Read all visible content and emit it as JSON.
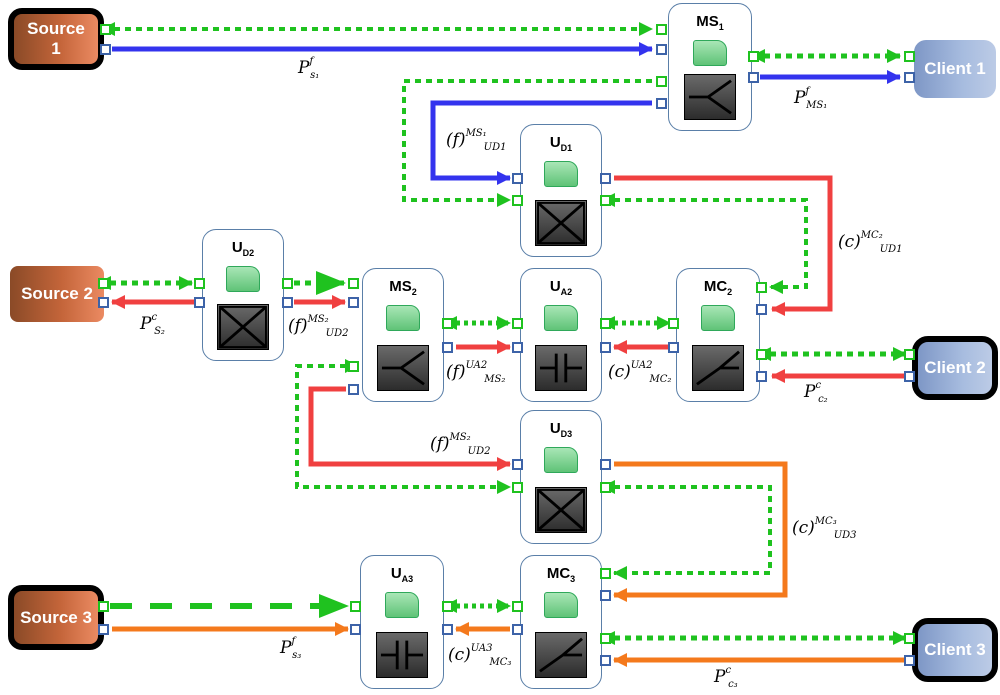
{
  "sources": [
    {
      "id": "source-1",
      "label": "Source\n1"
    },
    {
      "id": "source-2",
      "label": "Source 2"
    },
    {
      "id": "source-3",
      "label": "Source 3"
    }
  ],
  "clients": [
    {
      "id": "client-1",
      "label": "Client 1"
    },
    {
      "id": "client-2",
      "label": "Client 2"
    },
    {
      "id": "client-3",
      "label": "Client 3"
    }
  ],
  "modules": [
    {
      "id": "ms1",
      "name": "MS",
      "sub": "1",
      "kind": "split"
    },
    {
      "id": "ud1",
      "name": "U",
      "sub": "D1",
      "kind": "cross"
    },
    {
      "id": "ud2",
      "name": "U",
      "sub": "D2",
      "kind": "cross"
    },
    {
      "id": "ms2",
      "name": "MS",
      "sub": "2",
      "kind": "split"
    },
    {
      "id": "ua2",
      "name": "U",
      "sub": "A2",
      "kind": "amp"
    },
    {
      "id": "mc2",
      "name": "MC",
      "sub": "2",
      "kind": "merge"
    },
    {
      "id": "ud3",
      "name": "U",
      "sub": "D3",
      "kind": "cross"
    },
    {
      "id": "ua3",
      "name": "U",
      "sub": "A3",
      "kind": "amp"
    },
    {
      "id": "mc3",
      "name": "MC",
      "sub": "3",
      "kind": "merge"
    }
  ],
  "labels": [
    {
      "id": "p-s1",
      "base": "P",
      "sup": "f",
      "sub": "s₁"
    },
    {
      "id": "p-ms1",
      "base": "P",
      "sup": "f",
      "sub": "MS₁"
    },
    {
      "id": "f-ud1",
      "base": "(f)",
      "sup": "MS₁",
      "sub": "UD1"
    },
    {
      "id": "c-ud1",
      "base": "(c)",
      "sup": "MC₂",
      "sub": "UD1"
    },
    {
      "id": "p-s2",
      "base": "P",
      "sup": "c",
      "sub": "S₂"
    },
    {
      "id": "f-ud2-a",
      "base": "(f)",
      "sup": "MS₂",
      "sub": "UD2"
    },
    {
      "id": "f-ms2",
      "base": "(f)",
      "sup": "UA2",
      "sub": "MS₂"
    },
    {
      "id": "c-mc2",
      "base": "(c)",
      "sup": "UA2",
      "sub": "MC₂"
    },
    {
      "id": "p-c2",
      "base": "P",
      "sup": "c",
      "sub": "c₂"
    },
    {
      "id": "f-ud2-b",
      "base": "(f)",
      "sup": "MS₂",
      "sub": "UD2"
    },
    {
      "id": "c-ud3",
      "base": "(c)",
      "sup": "MC₃",
      "sub": "UD3"
    },
    {
      "id": "p-s3",
      "base": "P",
      "sup": "f",
      "sub": "s₃"
    },
    {
      "id": "c-mc3",
      "base": "(c)",
      "sup": "UA3",
      "sub": "MC₃"
    },
    {
      "id": "p-c3",
      "base": "P",
      "sup": "c",
      "sub": "c₃"
    }
  ],
  "colors": {
    "green": "#1fc21f",
    "blue": "#3333ee",
    "red": "#f04040",
    "orange": "#f4791c",
    "port_blue": "#3d63a8"
  }
}
